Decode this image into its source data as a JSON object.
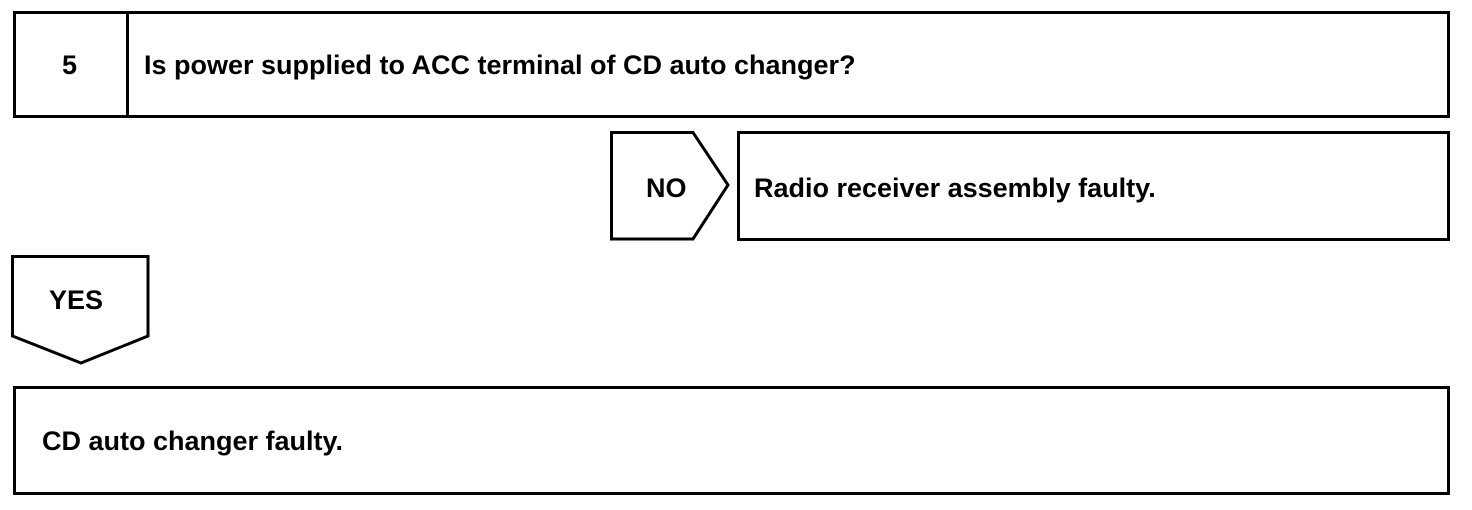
{
  "step": {
    "number": "5",
    "question": "Is power supplied to ACC terminal of CD auto changer?"
  },
  "no_branch": {
    "label": "NO",
    "result": "Radio receiver assembly faulty."
  },
  "yes_branch": {
    "label": "YES",
    "result": "CD auto changer faulty."
  }
}
